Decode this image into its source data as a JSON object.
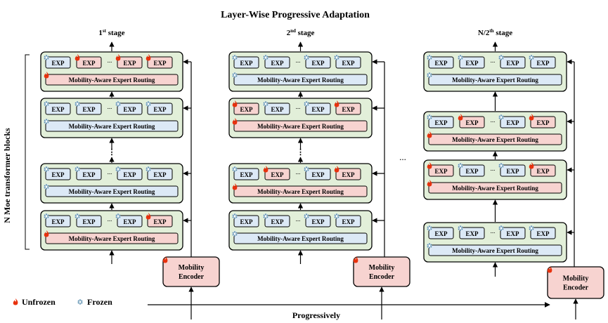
{
  "title": "Layer-Wise Progressive Adaptation",
  "side_label": "N Moe transformer blocks",
  "routing_label": "Mobility-Aware Expert Routing",
  "expert_label": "EXP",
  "ellipsis": "...",
  "vertical_ellipsis": "⋮",
  "stage_gap_ellipsis": "...",
  "encoder_label_line1": "Mobility",
  "encoder_label_line2": "Encoder",
  "legend": {
    "unfrozen": "Unfrozen",
    "frozen": "Frozen"
  },
  "progress_label": "Progressively",
  "icons": {
    "unfrozen": "flame-icon",
    "frozen": "snowflake-icon"
  },
  "colors": {
    "block_fill": "#e2efd9",
    "frozen_fill": "#dce9f6",
    "unfrozen_fill": "#f7d3d0",
    "flame": "#e8320e",
    "snow": "#5b8fb0"
  },
  "stages": [
    {
      "label": "1",
      "sup": "st",
      "suffix": " stage",
      "blocks": [
        {
          "experts": [
            "frozen",
            "unfrozen",
            "unfrozen",
            "unfrozen"
          ],
          "routing": "unfrozen"
        },
        {
          "experts": [
            "frozen",
            "frozen",
            "frozen",
            "frozen"
          ],
          "routing": "frozen"
        },
        {
          "experts": [
            "frozen",
            "frozen",
            "frozen",
            "frozen"
          ],
          "routing": "frozen"
        },
        {
          "experts": [
            "frozen",
            "frozen",
            "frozen",
            "unfrozen"
          ],
          "routing": "unfrozen"
        }
      ]
    },
    {
      "label": "2",
      "sup": "nd",
      "suffix": " stage",
      "blocks": [
        {
          "experts": [
            "frozen",
            "frozen",
            "frozen",
            "frozen"
          ],
          "routing": "frozen"
        },
        {
          "experts": [
            "unfrozen",
            "frozen",
            "frozen",
            "unfrozen"
          ],
          "routing": "unfrozen"
        },
        {
          "experts": [
            "frozen",
            "unfrozen",
            "frozen",
            "unfrozen"
          ],
          "routing": "unfrozen"
        },
        {
          "experts": [
            "frozen",
            "frozen",
            "frozen",
            "frozen"
          ],
          "routing": "frozen"
        }
      ]
    },
    {
      "label": "N/2",
      "sup": "th",
      "suffix": " stage",
      "blocks": [
        {
          "experts": [
            "frozen",
            "frozen",
            "frozen",
            "frozen"
          ],
          "routing": "frozen"
        },
        {
          "experts": [
            "frozen",
            "unfrozen",
            "frozen",
            "unfrozen"
          ],
          "routing": "unfrozen"
        },
        {
          "experts": [
            "unfrozen",
            "frozen",
            "frozen",
            "unfrozen"
          ],
          "routing": "unfrozen"
        },
        {
          "experts": [
            "frozen",
            "frozen",
            "frozen",
            "frozen"
          ],
          "routing": "frozen"
        }
      ]
    }
  ]
}
